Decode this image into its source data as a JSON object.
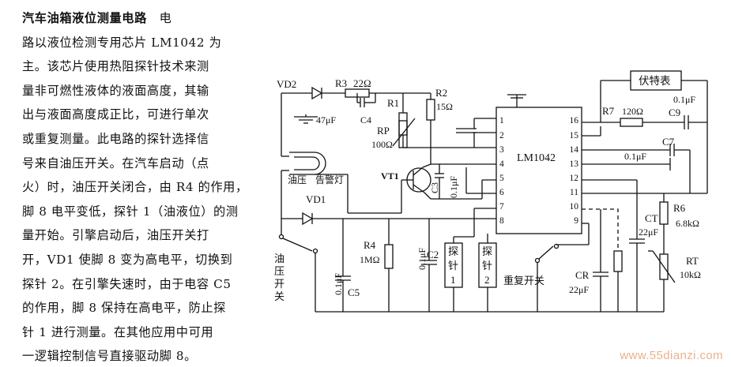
{
  "article": {
    "title": "汽车油箱液位测量电路",
    "lines": [
      "电",
      "路以液位检测专用芯片 LM1042 为",
      "主。该芯片使用热阻探针技术来测",
      "量非可燃性液体的液面高度，其输",
      "出与液面高度成正比，可进行单次",
      "或重复测量。此电路的探针选择信",
      "号来自油压开关。在汽车启动（点",
      "火）时，油压开关闭合，由 R4 的作用，",
      "脚 8 电平变低，探针 1（油液位）的测",
      "量开始。引擎启动后，油压开关打",
      "开，VD1 使脚 8 变为高电平，切换到",
      "探针 2。在引擎失速时，由于电容 C5",
      "的作用，脚 8 保持在高电平，防止探",
      "针 1 进行测量。在其他应用中可用",
      "一逻辑控制信号直接驱动脚 8。"
    ]
  },
  "circuit": {
    "chip": "LM1042",
    "pins_left": [
      "1",
      "2",
      "3",
      "4",
      "5",
      "6",
      "7",
      "8"
    ],
    "pins_right": [
      "16",
      "15",
      "14",
      "13",
      "12",
      "11",
      "10",
      "9"
    ],
    "labels": {
      "vd2": "VD2",
      "r3": "R3",
      "r3v": "22Ω",
      "c4v": "47μF",
      "c4": "C4",
      "r1": "R1",
      "r2": "R2",
      "r2v": "15Ω",
      "rp": "RP",
      "rpv": "100Ω",
      "vt1": "VT1",
      "c3": "C3",
      "c3v": "0.1μF",
      "lamp": "油压",
      "lamp_note": "告警灯",
      "vd1": "VD1",
      "r4": "R4",
      "r4v": "1MΩ",
      "c5v": "0.1μF",
      "c5": "C5",
      "c2v": "0.1μF",
      "c2": "C2",
      "probe1": [
        "探",
        "针",
        "1"
      ],
      "probe2": [
        "探",
        "针",
        "2"
      ],
      "oil_switch": [
        "油",
        "压",
        "开",
        "关"
      ],
      "repeat_switch": "重复开关",
      "cr": "CR",
      "crv": "22μF",
      "meter": "伏特表",
      "r7": "R7",
      "r7v": "120Ω",
      "c9v": "0.1μF",
      "c9": "C9",
      "c7": "C7",
      "c7v": "0.1μF",
      "ct": "CT",
      "ctv": "22μF",
      "r6": "R6",
      "r6v": "6.8kΩ",
      "rt": "RT",
      "rtv": "10kΩ"
    }
  },
  "watermark": "www.55dianzi.com"
}
